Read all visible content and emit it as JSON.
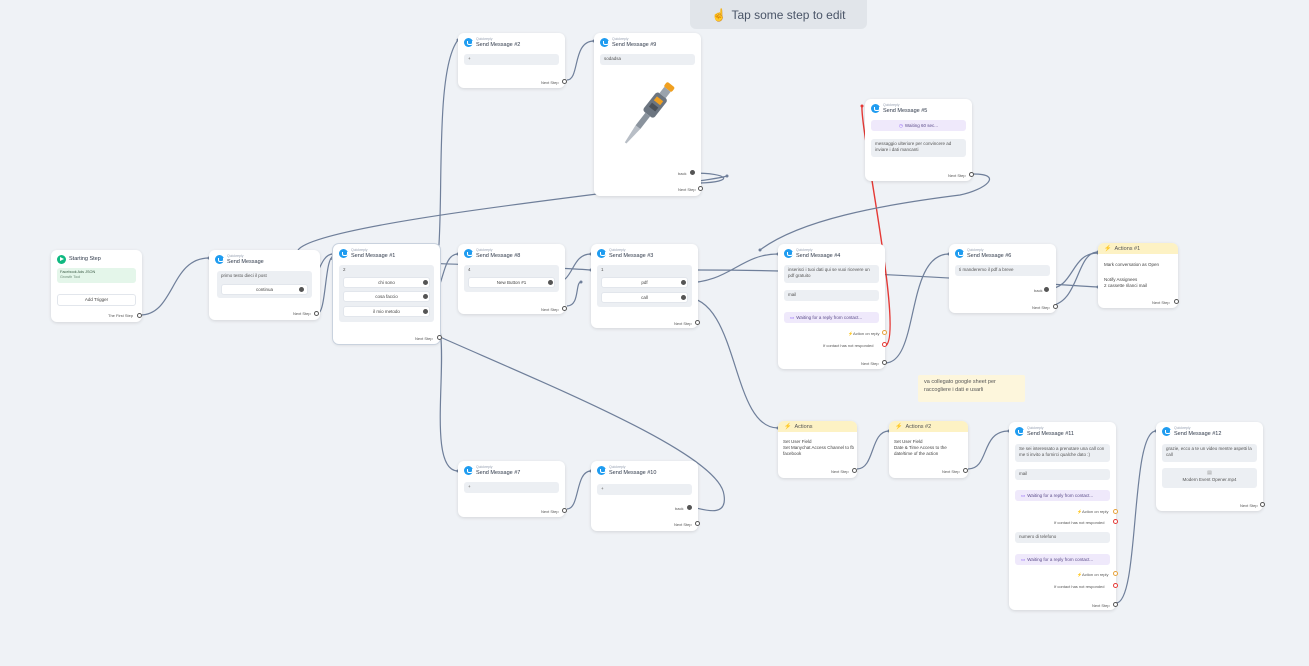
{
  "hint": {
    "text": "Tap some step to edit",
    "icon": "pointing-hand-icon"
  },
  "common": {
    "quickreply": "Quickreply",
    "next_step": "Next Step",
    "action_on_reply": "Action on reply",
    "no_reply": "If contact has not responded",
    "waiting_reply": "Waiting for a reply from contact..."
  },
  "note": {
    "text": "va collegato google sheet per raccogliere i dati e usarli"
  },
  "start": {
    "title": "Starting Step",
    "trigger_title": "Facebook Ads JSON",
    "trigger_sub": "Growth Tool",
    "add_trigger": "Add Trigger",
    "first_step": "The First Step"
  },
  "send_main": {
    "title": "Send Message",
    "text": "primo testo dieci il post",
    "button": "continua"
  },
  "sm1": {
    "title": "Send Message #1",
    "num": "2",
    "buttons": [
      "chi sono",
      "cosa faccio",
      "il mio metodo"
    ]
  },
  "sm2": {
    "title": "Send Message #2",
    "text": "+"
  },
  "sm9": {
    "title": "Send Message #9",
    "text": "sodadsa",
    "button": "back"
  },
  "sm8": {
    "title": "Send Message #8",
    "num": "4",
    "button": "New Button #1"
  },
  "sm3": {
    "title": "Send Message #3",
    "num": "1",
    "buttons": [
      "pdf",
      "call"
    ]
  },
  "sm7": {
    "title": "Send Message #7",
    "text": "+"
  },
  "sm10": {
    "title": "Send Message #10",
    "text": "+",
    "button": "back"
  },
  "sm4": {
    "title": "Send Message #4",
    "text": "inserisci i tuoi dati qui se vuoi ricevere un pdf gratuito",
    "mail": "mail"
  },
  "sm5": {
    "title": "Send Message #5",
    "wait": "Waiting 60 sec...",
    "text": "messaggio ulteriore per convincere ad inviare i dati mancanti"
  },
  "sm6": {
    "title": "Send Message #6",
    "text": "ti manderemo il pdf a breve",
    "button": "back"
  },
  "actions1": {
    "title": "Actions #1",
    "lines": [
      "Mark conversation as Open",
      "Notify Assignees",
      "2 cassette rilanci mail"
    ]
  },
  "actions": {
    "title": "Actions",
    "lines": [
      "Set User Field",
      "Set Manychat Access Channel to fb facebook"
    ]
  },
  "actions2": {
    "title": "Actions #2",
    "lines": [
      "Set User Field",
      "Date & Time Access to the date/time of the action"
    ]
  },
  "sm11": {
    "title": "Send Message #11",
    "text": "Se sei interessato a prenotare una call con me ti invito a fornirci qualche dato :)",
    "mail": "mail",
    "phone": "numero di telefono"
  },
  "sm12": {
    "title": "Send Message #12",
    "text": "grazie, ecco a te un video mentre aspetti la call",
    "file": "Modern Event Opener.mp4"
  },
  "colors": {
    "canvas": "#eff2f6",
    "wire": "#6f7f9a",
    "red_wire": "#e53935",
    "accent": "#1f9cf0",
    "action_header": "#fdf2c4"
  }
}
